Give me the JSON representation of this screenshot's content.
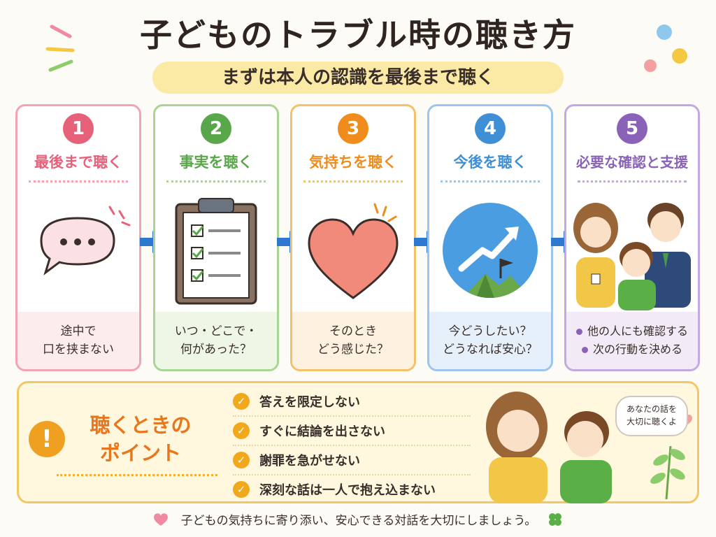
{
  "title": "子どものトラブル時の聴き方",
  "subtitle": "まずは本人の認識を最後まで聴く",
  "steps": [
    {
      "num": "1",
      "title": "最後まで聴く",
      "color": "#e8617a",
      "bg": "#fdecee",
      "lines": [
        "途中で",
        "口を挟まない"
      ],
      "icon": "speech-bubble-icon"
    },
    {
      "num": "2",
      "title": "事実を聴く",
      "color": "#5aa64a",
      "bg": "#eef7e6",
      "lines": [
        "いつ・どこで・",
        "何があった？"
      ],
      "icon": "clipboard-checklist-icon"
    },
    {
      "num": "3",
      "title": "気持ちを聴く",
      "color": "#f08c1c",
      "bg": "#fdf2e0",
      "lines": [
        "そのとき",
        "どう感じた？"
      ],
      "icon": "heart-icon"
    },
    {
      "num": "4",
      "title": "今後を聴く",
      "color": "#3e8fd6",
      "bg": "#e6f0fa",
      "lines": [
        "今どうしたい？",
        "どうなれば安心？"
      ],
      "icon": "growth-arrow-flag-icon"
    },
    {
      "num": "5",
      "title": "必要な確認と支援",
      "color": "#8a62b8",
      "bg": "#f1ebf7",
      "lines": [
        "他の人にも確認する",
        "次の行動を決める"
      ],
      "icon": "family-support-icon"
    }
  ],
  "points": {
    "title_line1": "聴くときの",
    "title_line2": "ポイント",
    "items": [
      "答えを限定しない",
      "すぐに結論を出さない",
      "謝罪を急がせない",
      "深刻な話は一人で抱え込まない"
    ],
    "speech_line1": "あなたの話を",
    "speech_line2": "大切に聴くよ"
  },
  "footer": "子どもの気持ちに寄り添い、安心できる対話を大切にしましょう。",
  "colors": {
    "accent": "#f0a020",
    "border": "#f2c864"
  }
}
